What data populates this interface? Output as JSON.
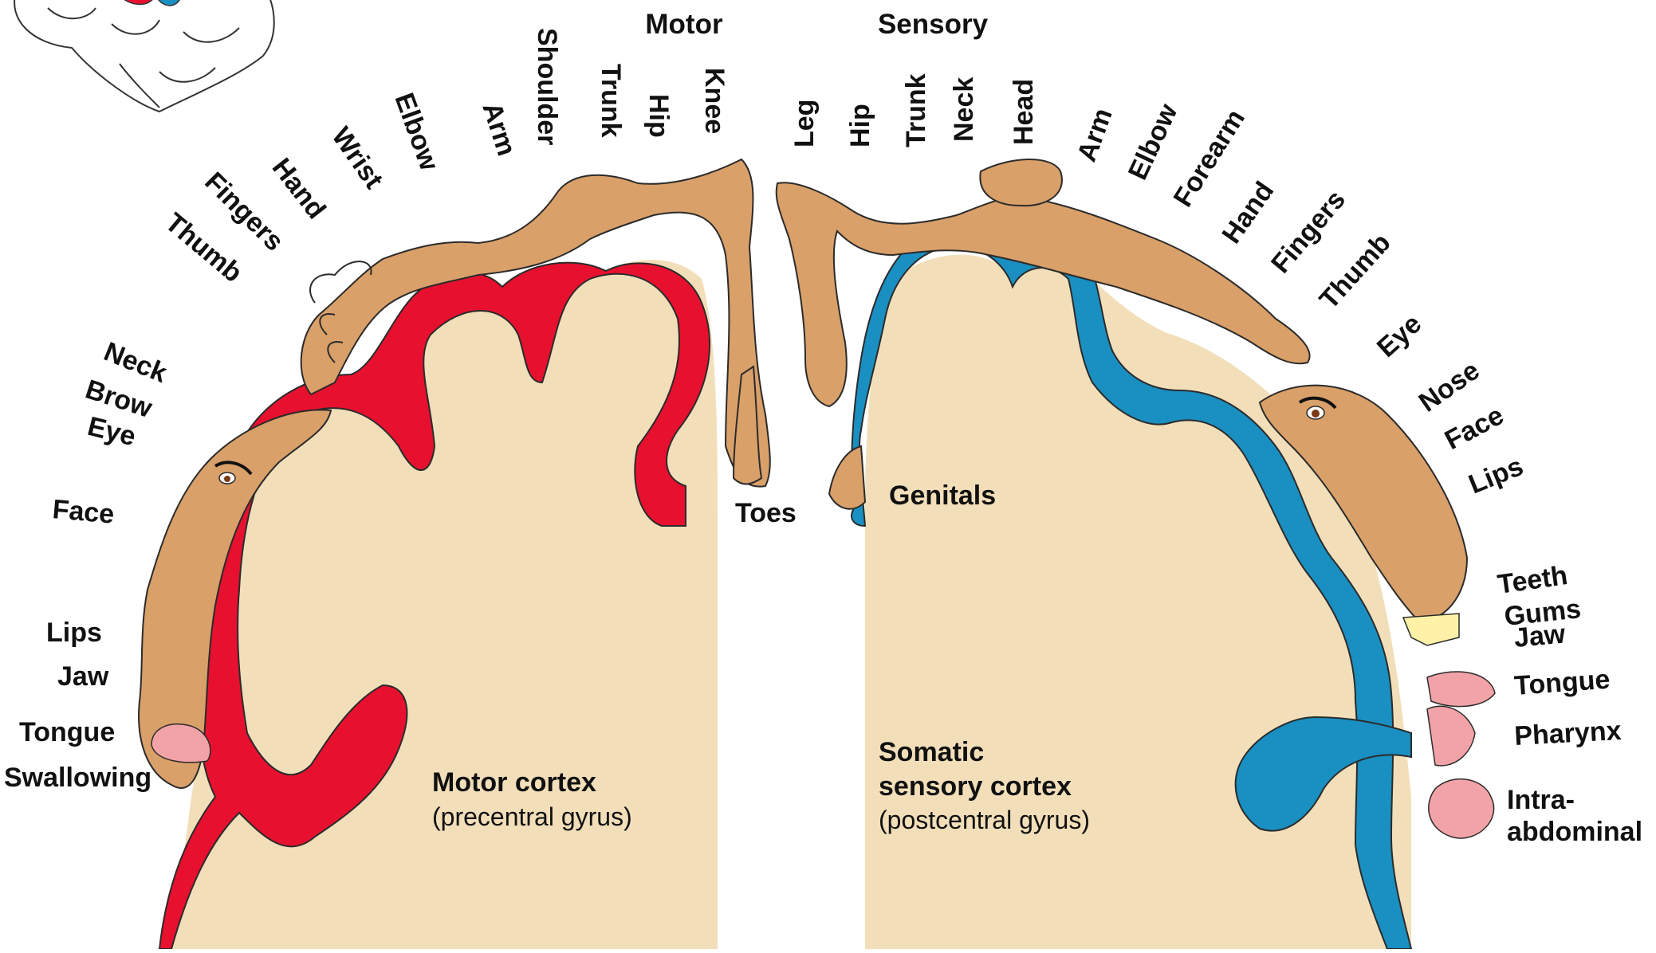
{
  "headers": {
    "motor": "Motor",
    "sensory": "Sensory"
  },
  "motor_labels": {
    "shoulder": "Shoulder",
    "trunk": "Trunk",
    "hip": "Hip",
    "knee": "Knee",
    "elbow": "Elbow",
    "arm": "Arm",
    "wrist": "Wrist",
    "hand": "Hand",
    "fingers": "Fingers",
    "thumb": "Thumb",
    "neck": "Neck",
    "brow": "Brow",
    "eye": "Eye",
    "face": "Face",
    "lips": "Lips",
    "jaw": "Jaw",
    "tongue": "Tongue",
    "swallowing": "Swallowing",
    "toes": "Toes"
  },
  "sensory_labels": {
    "leg": "Leg",
    "hip": "Hip",
    "trunk": "Trunk",
    "neck": "Neck",
    "head": "Head",
    "arm": "Arm",
    "elbow": "Elbow",
    "forearm": "Forearm",
    "hand": "Hand",
    "fingers": "Fingers",
    "thumb": "Thumb",
    "eye": "Eye",
    "nose": "Nose",
    "face": "Face",
    "lips": "Lips",
    "teeth": "Teeth",
    "gums": "Gums",
    "jaw": "Jaw",
    "tongue": "Tongue",
    "pharynx": "Pharynx",
    "intra_1": "Intra-",
    "intra_2": "abdominal",
    "genitals": "Genitals"
  },
  "captions": {
    "motor_title": "Motor cortex",
    "motor_sub": "(precentral gyrus)",
    "sensory_title_1": "Somatic",
    "sensory_title_2": "sensory cortex",
    "sensory_sub": "(postcentral gyrus)"
  },
  "colors": {
    "motor_cortex": "#e8102f",
    "sensory_cortex": "#1a8fc1",
    "brain_tissue": "#f2dfba",
    "homunculus_skin": "#d9a069",
    "tongue": "#f2a3a8",
    "outline": "#2b2b2b"
  }
}
